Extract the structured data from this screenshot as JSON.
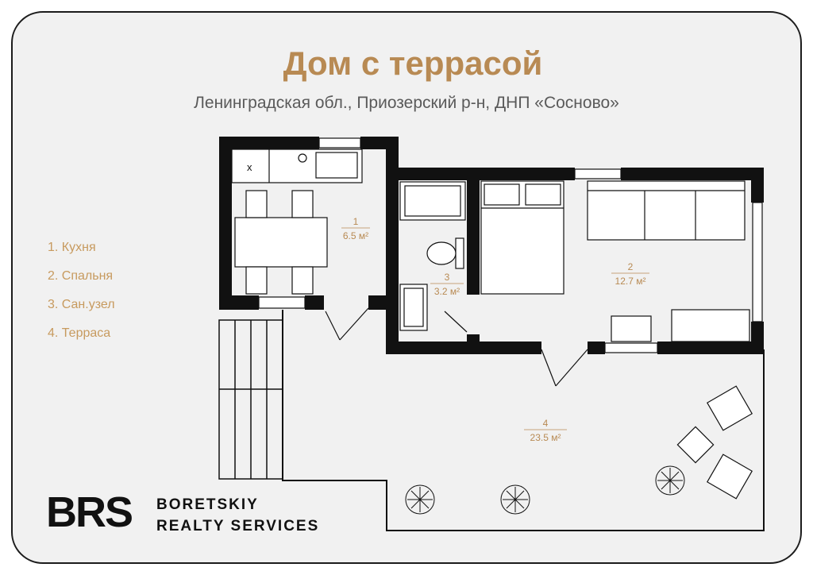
{
  "header": {
    "title": "Дом с террасой",
    "subtitle": "Ленинградская обл., Приозерский р-н, ДНП «Сосново»"
  },
  "legend": {
    "items": [
      "1. Кухня",
      "2. Спальня",
      "3. Сан.узел",
      "4. Терраса"
    ]
  },
  "plan": {
    "rooms": [
      {
        "number": "1",
        "area": "6.5 м²"
      },
      {
        "number": "2",
        "area": "12.7 м²"
      },
      {
        "number": "3",
        "area": "3.2 м²"
      },
      {
        "number": "4",
        "area": "23.5 м²"
      }
    ],
    "stove_mark": "x"
  },
  "brand": {
    "logo": "BRS",
    "name_line1": "BORETSKIY",
    "name_line2": "REALTY SERVICES"
  },
  "colors": {
    "accent": "#b88a53",
    "wall": "#111111",
    "background": "#f1f1f1"
  }
}
